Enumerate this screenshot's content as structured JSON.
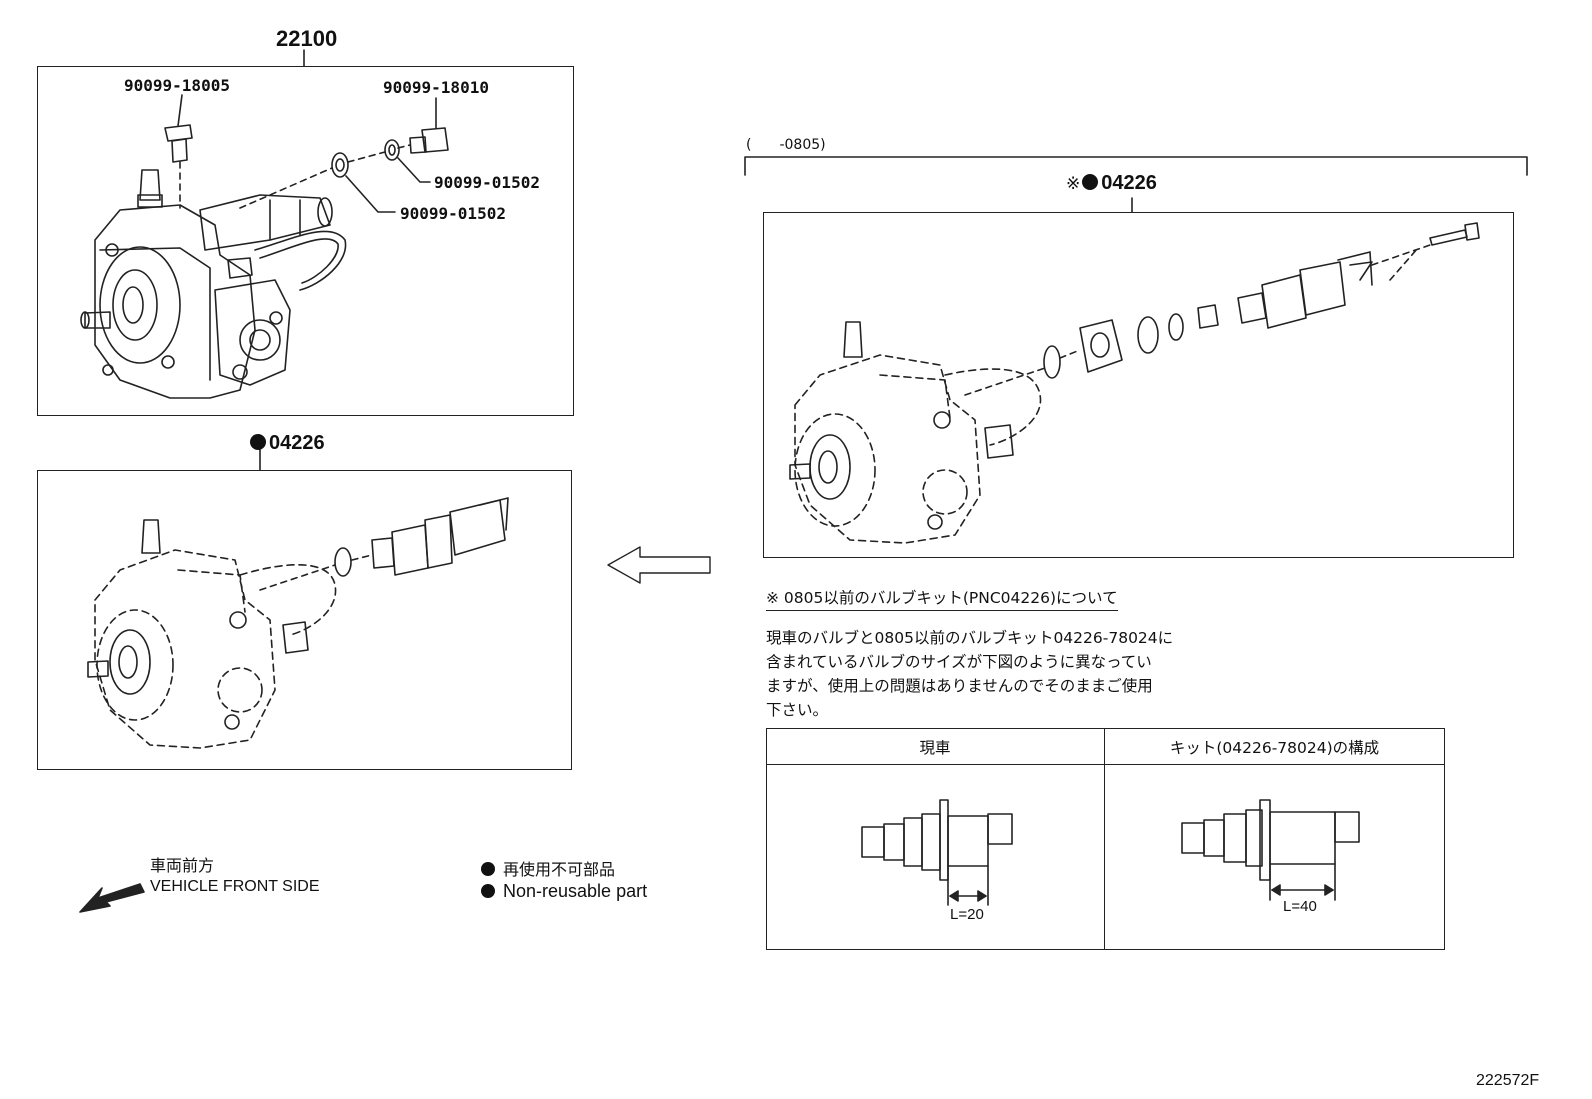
{
  "assembly": {
    "number": "22100",
    "parts": {
      "plug": "90099-18005",
      "union_bolt": "90099-18010",
      "gasket_a": "90099-01502",
      "gasket_b": "90099-01502"
    }
  },
  "kit_lower": {
    "label": "04226"
  },
  "kit_upper": {
    "range": "(　　-0805)",
    "mark": "※",
    "label": "04226"
  },
  "note": {
    "heading": "※ 0805以前のバルブキット(PNC04226)について",
    "lines": [
      "現車のバルブと0805以前のバルブキット04226-78024に",
      "含まれているバルブのサイズが下図のように異なってい",
      "ますが、使用上の問題はありませんのでそのままご使用",
      "下さい。"
    ],
    "table": {
      "col1_header": "現車",
      "col2_header": "キット(04226-78024)の構成",
      "col1_dimension": "L=20",
      "col2_dimension": "L=40"
    }
  },
  "legend": {
    "direction_jp": "車両前方",
    "direction_en": "VEHICLE FRONT SIDE",
    "nonreusable_jp": "再使用不可部品",
    "nonreusable_en": "Non-reusable part"
  },
  "drawing_code": "222572F",
  "colors": {
    "line": "#222222",
    "background": "#ffffff"
  }
}
